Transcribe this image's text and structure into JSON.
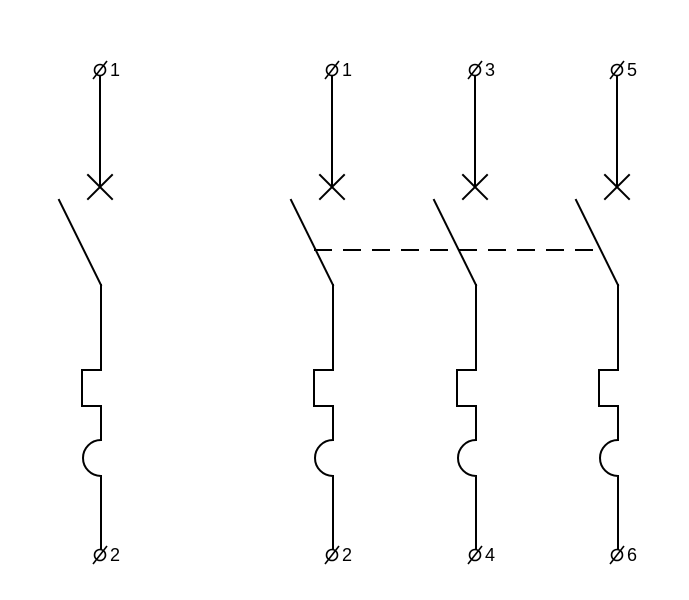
{
  "single_pole": {
    "terminal_top": "1",
    "terminal_bottom": "2"
  },
  "three_pole": {
    "poles": [
      {
        "terminal_top": "1",
        "terminal_bottom": "2"
      },
      {
        "terminal_top": "3",
        "terminal_bottom": "4"
      },
      {
        "terminal_top": "5",
        "terminal_bottom": "6"
      }
    ]
  },
  "colors": {
    "line": "#000000",
    "background": "#ffffff"
  }
}
